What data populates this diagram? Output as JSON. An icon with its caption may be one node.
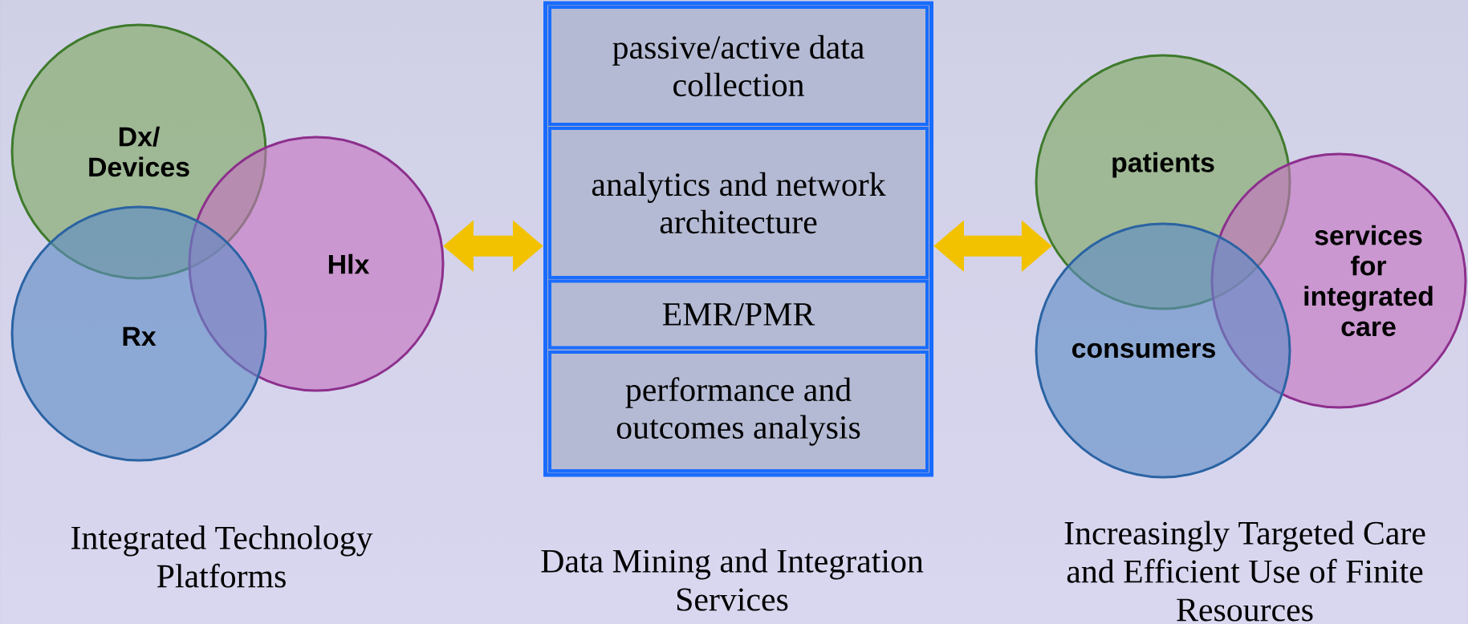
{
  "diagram": {
    "nodes": [
      {
        "text": [
          "Dx/ Devices"
        ]
      },
      {
        "text": [
          "Hlx"
        ]
      },
      {
        "text": [
          "Rx"
        ]
      },
      {
        "text": [],
        "shape": "box"
      },
      {
        "text": [
          "passive/active data collection"
        ],
        "in": 3
      },
      {
        "text": [
          "analytics and network architecture"
        ],
        "in": 3
      },
      {
        "text": [
          "EMR/PMR"
        ],
        "in": 3
      },
      {
        "text": [
          "performance and outcomes analysis"
        ],
        "in": 3
      },
      {
        "text": [
          "patients"
        ]
      },
      {
        "text": [
          "services for integrated care"
        ]
      },
      {
        "text": [
          "consumers"
        ]
      }
    ],
    "edges": [
      {
        "from": 1,
        "to": 3,
        "arrow": "both"
      },
      {
        "from": 3,
        "to": 8,
        "arrow": "both"
      }
    ],
    "labels": [
      "Integrated Technology Platforms",
      "Data Mining and Integration Services",
      "Increasingly Targeted Care and Efficient Use of Finite Resources"
    ]
  }
}
